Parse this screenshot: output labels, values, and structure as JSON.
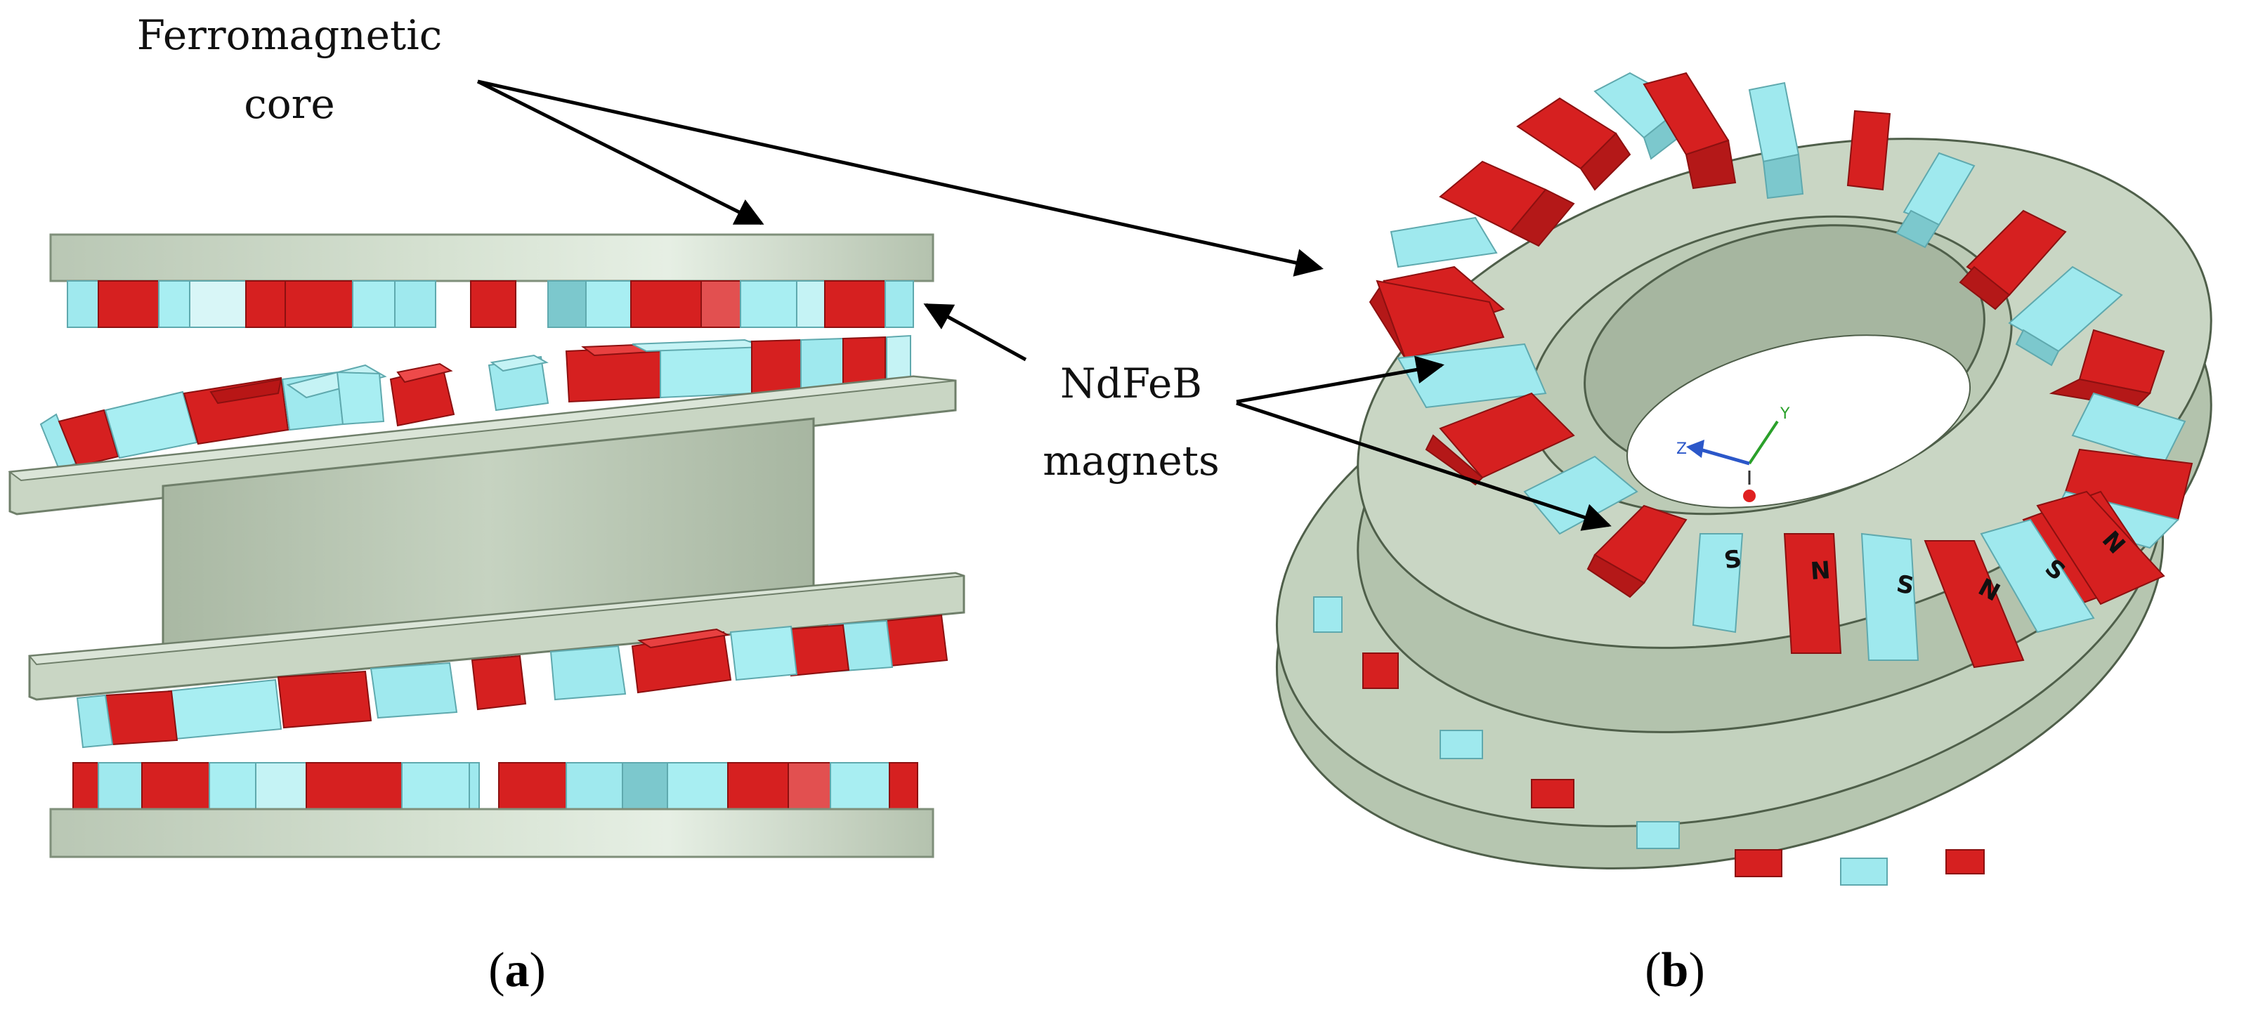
{
  "labels": {
    "core_line1": "Ferromagnetic",
    "core_line2": "core",
    "magnets_line1": "NdFeB",
    "magnets_line2": "magnets"
  },
  "captions": {
    "a_open": "(",
    "a_letter": "a",
    "a_close": ")",
    "b_open": "(",
    "b_letter": "b",
    "b_close": ")"
  },
  "poles": [
    "S",
    "N",
    "S",
    "N",
    "S",
    "N"
  ],
  "axes": {
    "y": "Y",
    "z": "Z"
  },
  "colors": {
    "core": "#c9d6c4",
    "core_shadow": "#a9b8a3",
    "core_edge": "#6f7f6a",
    "magnet_n": "#dd1f1f",
    "magnet_s": "#9fe9ee",
    "arrow": "#000000"
  }
}
